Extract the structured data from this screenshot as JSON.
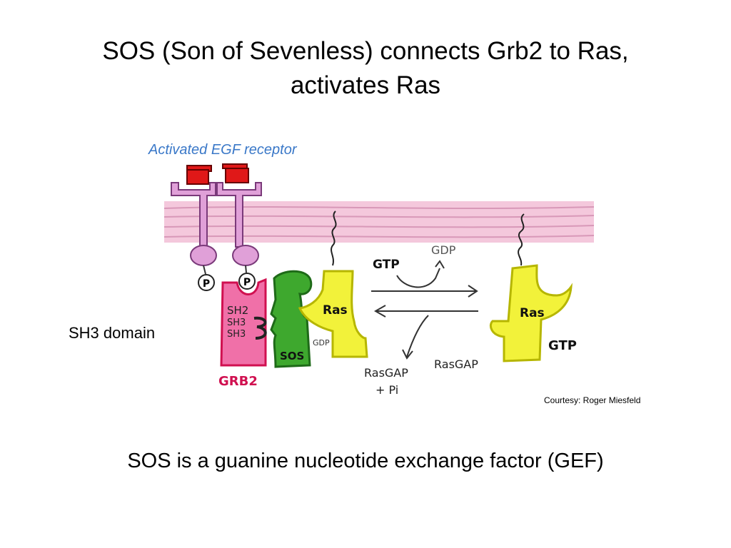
{
  "slide": {
    "title_line1": "SOS (Son of Sevenless) connects Grb2 to Ras,",
    "title_line2": "activates Ras",
    "side_label": "SH3 domain",
    "credit": "Courtesy: Roger Miesfeld",
    "footer": "SOS is a guanine nucleotide exchange factor (GEF)"
  },
  "diagram": {
    "receptor_label": "Activated EGF receptor",
    "phospho_label": "P",
    "grb2": {
      "name": "GRB2",
      "sh2": "SH2",
      "sh3_a": "SH3",
      "sh3_b": "SH3"
    },
    "sos": "SOS",
    "ras_left": {
      "name": "Ras",
      "nucleotide": "GDP"
    },
    "ras_right": {
      "name": "Ras",
      "nucleotide": "GTP"
    },
    "exchange": {
      "gtp_in": "GTP",
      "gdp_out": "GDP"
    },
    "hydrolysis": {
      "enzyme": "RasGAP",
      "products_line1": "RasGAP",
      "products_line2": "+ Pi"
    },
    "colors": {
      "membrane": "#f4c8dc",
      "receptor": "#e0a0d8",
      "ligand": "#e01818",
      "grb2": "#f070a8",
      "sos": "#3ea82e",
      "ras": "#f2f23a",
      "receptor_label": "#3a78c8"
    }
  }
}
